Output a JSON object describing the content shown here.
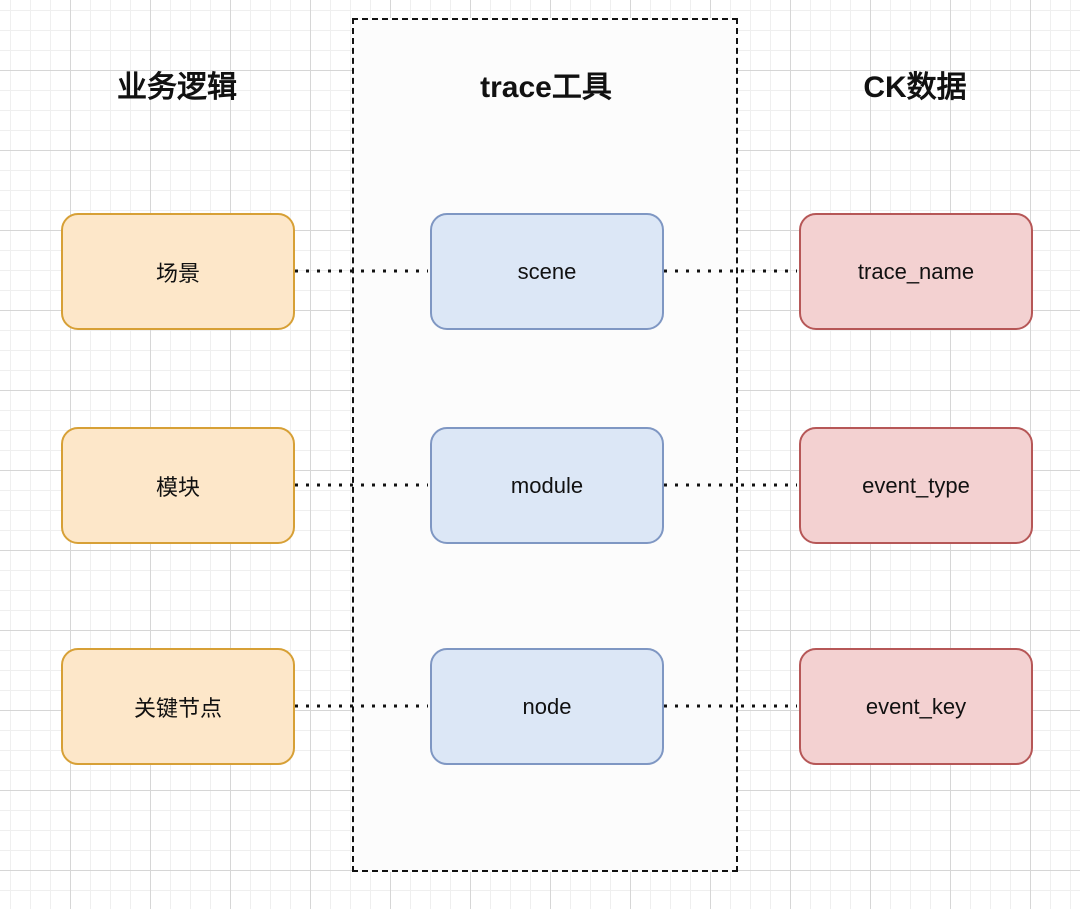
{
  "columns": {
    "business": {
      "title": "业务逻辑",
      "items": [
        "场景",
        "模块",
        "关键节点"
      ]
    },
    "trace": {
      "title": "trace工具",
      "items": [
        "scene",
        "module",
        "node"
      ]
    },
    "ck": {
      "title": "CK数据",
      "items": [
        "trace_name",
        "event_type",
        "event_key"
      ]
    }
  },
  "colors": {
    "business_fill": "#fde7c9",
    "business_border": "#d7a036",
    "trace_fill": "#dce7f6",
    "trace_border": "#7f97c3",
    "ck_fill": "#f3d1d1",
    "ck_border": "#b65757",
    "connector": "#111111"
  }
}
